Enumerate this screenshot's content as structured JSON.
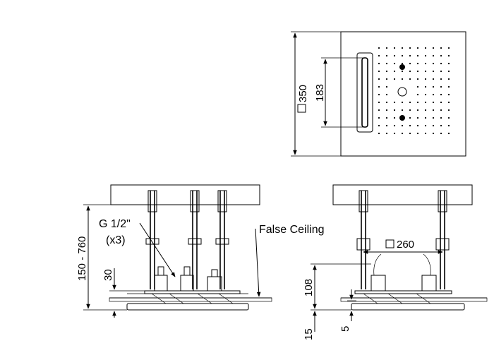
{
  "labels": {
    "top_square": "350",
    "top_height": "183",
    "g_half_inch": "G 1/2\"",
    "times_three": "(x3)",
    "false_ceiling": "False Ceiling",
    "range_150_760": "150 - 760",
    "dim_30": "30",
    "dim_260": "260",
    "dim_108": "108",
    "dim_15": "15",
    "dim_5": "5"
  },
  "colors": {
    "line": "#000000",
    "background": "#ffffff"
  },
  "icons": {
    "square_symbol": "square-symbol-icon"
  }
}
